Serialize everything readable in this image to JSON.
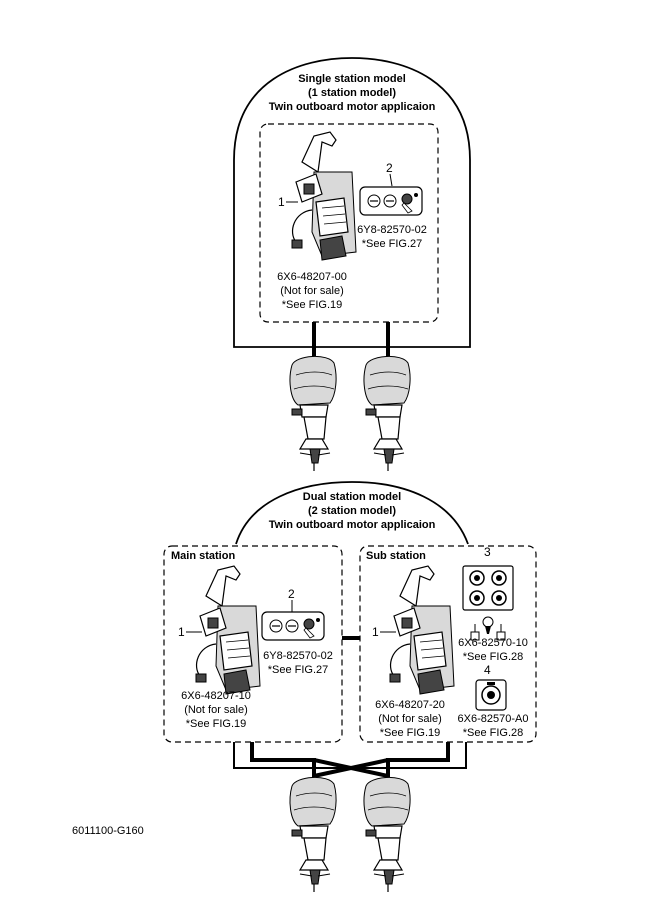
{
  "single": {
    "title_line1": "Single station model",
    "title_line2": "(1 station model)",
    "title_line3": "Twin outboard motor applicaion",
    "remote_callout": "1",
    "remote_code": "6X6-48207-00",
    "remote_note": "(Not for sale)",
    "remote_ref": "*See FIG.19",
    "panel_callout": "2",
    "panel_code": "6Y8-82570-02",
    "panel_ref": "*See FIG.27"
  },
  "dual": {
    "title_line1": "Dual station model",
    "title_line2": "(2 station model)",
    "title_line3": "Twin outboard motor applicaion",
    "main": {
      "label": "Main station",
      "remote_callout": "1",
      "remote_code": "6X6-48207-10",
      "remote_note": "(Not for sale)",
      "remote_ref": "*See FIG.19",
      "panel_callout": "2",
      "panel_code": "6Y8-82570-02",
      "panel_ref": "*See FIG.27"
    },
    "sub": {
      "label": "Sub station",
      "remote_callout": "1",
      "remote_code": "6X6-48207-20",
      "remote_note": "(Not for sale)",
      "remote_ref": "*See FIG.19",
      "panel3_callout": "3",
      "panel3_code": "6X6-82570-10",
      "panel3_ref": "*See FIG.28",
      "panel4_callout": "4",
      "panel4_code": "6X6-82570-A0",
      "panel4_ref": "*See FIG.28"
    }
  },
  "figure_code": "6011100-G160"
}
